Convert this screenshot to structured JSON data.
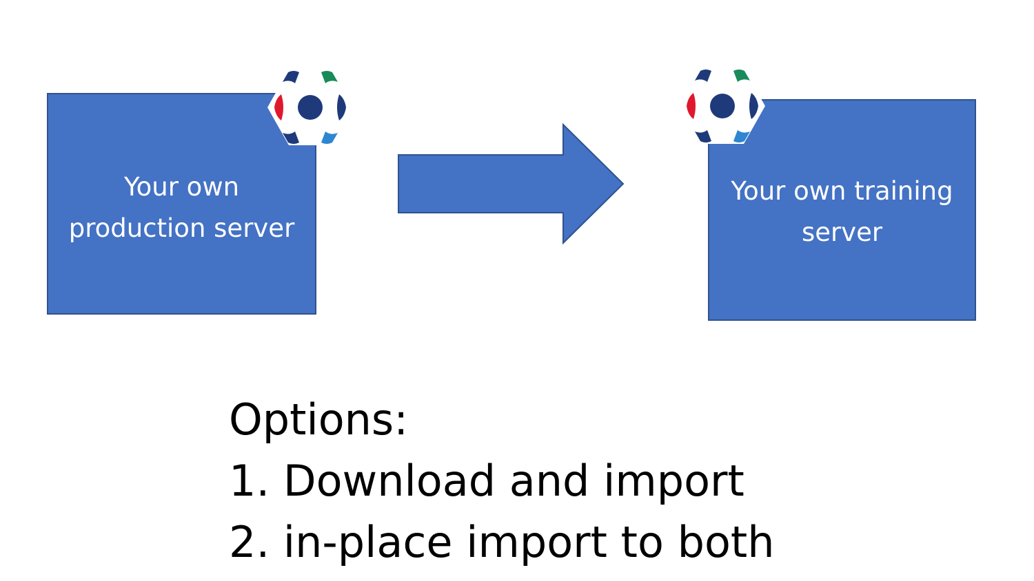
{
  "diagram": {
    "source_box": {
      "label": "Your own\nproduction server"
    },
    "target_box": {
      "label": "Your own training\nserver"
    },
    "arrow_icon": "right-arrow",
    "logo_icon": "hexagon-dot-logo",
    "options": {
      "heading": "Options:",
      "items": [
        "1. Download and import",
        "2. in-place import to both"
      ]
    }
  },
  "colors": {
    "box_fill": "#4472C4",
    "box_border": "#2F528F",
    "box_text": "#FFFFFF",
    "logo_navy": "#1F3A7A",
    "logo_green": "#1A8A5A",
    "logo_red": "#E0182D",
    "logo_blue": "#2E86D1"
  }
}
